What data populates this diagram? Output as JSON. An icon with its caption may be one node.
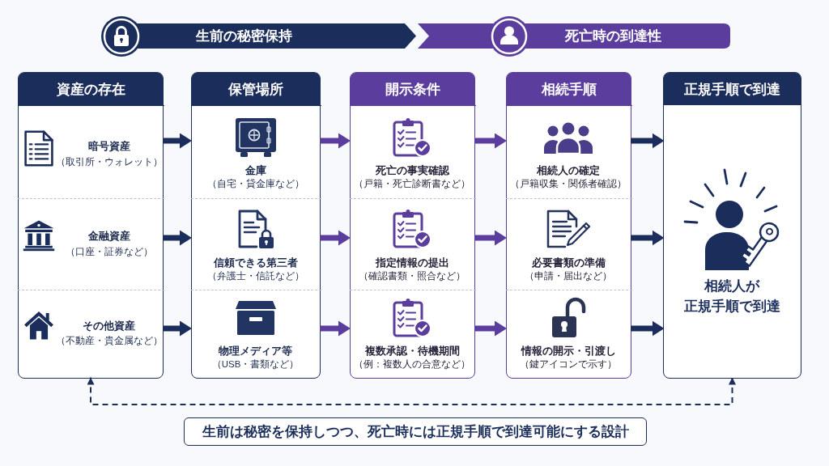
{
  "diagram": {
    "nodes": [
      {
        "text": [
          "生前の秘密保持"
        ]
      },
      {
        "text": [
          "死亡時の到達性"
        ]
      },
      {
        "text": [
          "資産の存在"
        ]
      },
      {
        "text": [
          "暗号資産",
          "（取引所・ウォレット）"
        ],
        "in": 2
      },
      {
        "text": [
          "金融資産",
          "（口座・証券など）"
        ],
        "in": 2
      },
      {
        "text": [
          "その他資産",
          "（不動産・貴金属など）"
        ],
        "in": 2
      },
      {
        "text": [
          "保管場所"
        ]
      },
      {
        "text": [
          "金庫",
          "（自宅・貸金庫など）"
        ],
        "in": 6
      },
      {
        "text": [
          "信頼できる第三者",
          "（弁護士・信託など）"
        ],
        "in": 6
      },
      {
        "text": [
          "物理メディア等",
          "（USB・書類など）"
        ],
        "in": 6
      },
      {
        "text": [
          "開示条件"
        ]
      },
      {
        "text": [
          "死亡の事実確認",
          "（戸籍・死亡診断書など）"
        ],
        "in": 10
      },
      {
        "text": [
          "指定情報の提出",
          "（確認書類・照合など）"
        ],
        "in": 10
      },
      {
        "text": [
          "複数承認・待機期間",
          "（例：複数人の合意など）"
        ],
        "in": 10
      },
      {
        "text": [
          "相続手順"
        ]
      },
      {
        "text": [
          "相続人の確定",
          "（戸籍収集・関係者確認）"
        ],
        "in": 14
      },
      {
        "text": [
          "必要書類の準備",
          "（申請・届出など）"
        ],
        "in": 14
      },
      {
        "text": [
          "情報の開示・引渡し",
          "（鍵アイコンで示す）"
        ],
        "in": 14
      },
      {
        "text": [
          "正規手順で到達",
          "相続人が正規手順で到達"
        ]
      },
      {
        "text": [
          "生前は秘密を保持しつつ、死亡時には正規手順で到達可能にする設計"
        ]
      }
    ],
    "edges": [
      {
        "from": 3,
        "to": 7,
        "arrow": "to"
      },
      {
        "from": 4,
        "to": 8,
        "arrow": "to"
      },
      {
        "from": 5,
        "to": 9,
        "arrow": "to"
      },
      {
        "from": 7,
        "to": 11,
        "arrow": "to",
        "color": "#5b3d9e"
      },
      {
        "from": 8,
        "to": 12,
        "arrow": "to",
        "color": "#5b3d9e"
      },
      {
        "from": 9,
        "to": 13,
        "arrow": "to",
        "color": "#5b3d9e"
      },
      {
        "from": 11,
        "to": 15,
        "arrow": "to",
        "color": "#5b3d9e"
      },
      {
        "from": 12,
        "to": 16,
        "arrow": "to",
        "color": "#5b3d9e"
      },
      {
        "from": 13,
        "to": 17,
        "arrow": "to",
        "color": "#5b3d9e"
      },
      {
        "from": 15,
        "to": 18,
        "arrow": "to"
      },
      {
        "from": 16,
        "to": 18,
        "arrow": "to"
      },
      {
        "from": 17,
        "to": 18,
        "arrow": "to"
      },
      {
        "from": 2,
        "to": 18,
        "arrow": "both",
        "style": "dashed"
      }
    ]
  }
}
